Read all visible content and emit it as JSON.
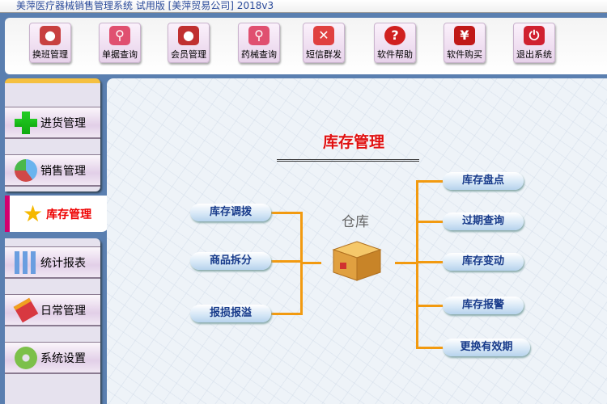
{
  "window": {
    "title": "美萍医疗器械销售管理系统 试用版 [美萍贸易公司] 2018v3"
  },
  "toolbar": [
    {
      "label": "换班管理",
      "icon": "users-icon",
      "color": "#c84040"
    },
    {
      "label": "单据查询",
      "icon": "search-icon",
      "color": "#e05070"
    },
    {
      "label": "会员管理",
      "icon": "user-icon",
      "color": "#c03030"
    },
    {
      "label": "药械查询",
      "icon": "search-doc-icon",
      "color": "#e05070"
    },
    {
      "label": "短信群发",
      "icon": "mail-icon",
      "color": "#e04040"
    },
    {
      "label": "软件帮助",
      "icon": "help-icon",
      "color": "#d02020"
    },
    {
      "label": "软件购买",
      "icon": "yen-icon",
      "color": "#c01818"
    },
    {
      "label": "退出系统",
      "icon": "power-icon",
      "color": "#d02030"
    }
  ],
  "sidebar": {
    "items": [
      {
        "label": "进货管理",
        "icon": "plus-icon"
      },
      {
        "label": "销售管理",
        "icon": "pie-icon"
      },
      {
        "label": "库存管理",
        "icon": "star-icon",
        "active": true
      },
      {
        "label": "统计报表",
        "icon": "bar-chart-icon"
      },
      {
        "label": "日常管理",
        "icon": "brush-icon"
      },
      {
        "label": "系统设置",
        "icon": "gear-icon"
      }
    ]
  },
  "main": {
    "title": "库存管理",
    "center_label": "仓库",
    "left": [
      "库存调拨",
      "商品拆分",
      "报损报溢"
    ],
    "right": [
      "库存盘点",
      "过期查询",
      "库存变动",
      "库存报警",
      "更换有效期"
    ]
  }
}
